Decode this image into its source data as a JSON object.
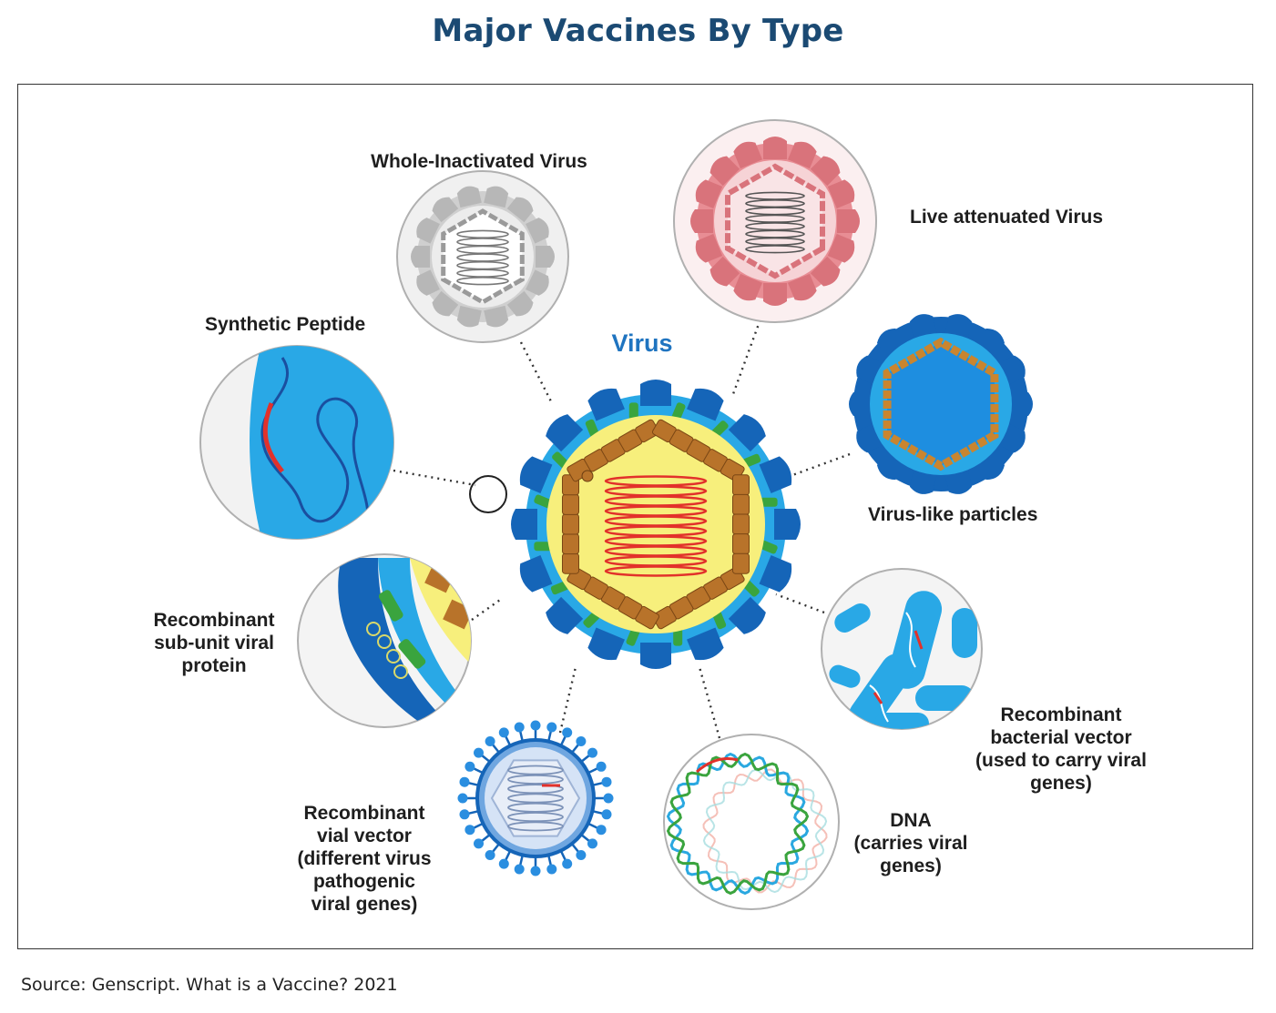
{
  "title": "Major Vaccines By Type",
  "source": "Source: Genscript. What is a Vaccine? 2021",
  "center_label": "Virus",
  "labels": {
    "whole_inactivated": "Whole-Inactivated Virus",
    "live_attenuated": "Live attenuated Virus",
    "synthetic_peptide": "Synthetic Peptide",
    "virus_like": "Virus-like particles",
    "recombinant_subunit": "Recombinant\nsub-unit viral\nprotein",
    "recombinant_bacterial": "Recombinant\nbacterial vector\n(used to carry viral\ngenes)",
    "recombinant_viral_vector": "Recombinant\nvial vector\n(different virus\npathogenic\nviral genes)",
    "dna": "DNA\n(carries viral\ngenes)"
  },
  "colors": {
    "title": "#1b4a73",
    "virus_label": "#1f74c0",
    "outer_blue": "#1565b8",
    "light_blue": "#29a8e6",
    "yellow": "#f7ef7c",
    "capsid": "#b8732a",
    "rna": "#e2312b",
    "green": "#3aa43e",
    "gray": "#9a9a9a",
    "pink": "#d9737b"
  }
}
